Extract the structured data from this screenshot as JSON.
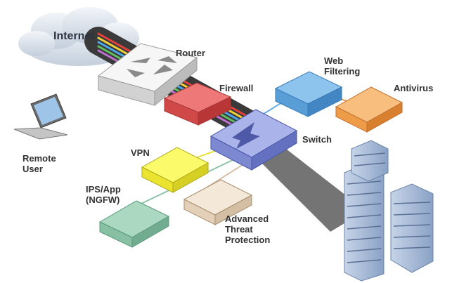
{
  "labels": {
    "internet": "Internet",
    "router": "Router",
    "firewall": "Firewall",
    "web_filtering_line1": "Web",
    "web_filtering_line2": "Filtering",
    "antivirus": "Antivirus",
    "switch": "Switch",
    "vpn": "VPN",
    "remote_user_line1": "Remote",
    "remote_user_line2": "User",
    "ips_line1": "IPS/App",
    "ips_line2": "(NGFW)",
    "atp_line1": "Advanced",
    "atp_line2": "Threat",
    "atp_line3": "Protection"
  },
  "colors": {
    "router": "#e8e8e8",
    "firewall": "#e05a5a",
    "web_filtering": "#6aaee0",
    "antivirus": "#f0a050",
    "switch": "#8e9ad8",
    "vpn": "#f2ee40",
    "ips": "#8fc4a8",
    "advanced_threat_protection": "#ead8c2",
    "buildings": "#9fb4d4",
    "cloud": "#d4dde8"
  }
}
